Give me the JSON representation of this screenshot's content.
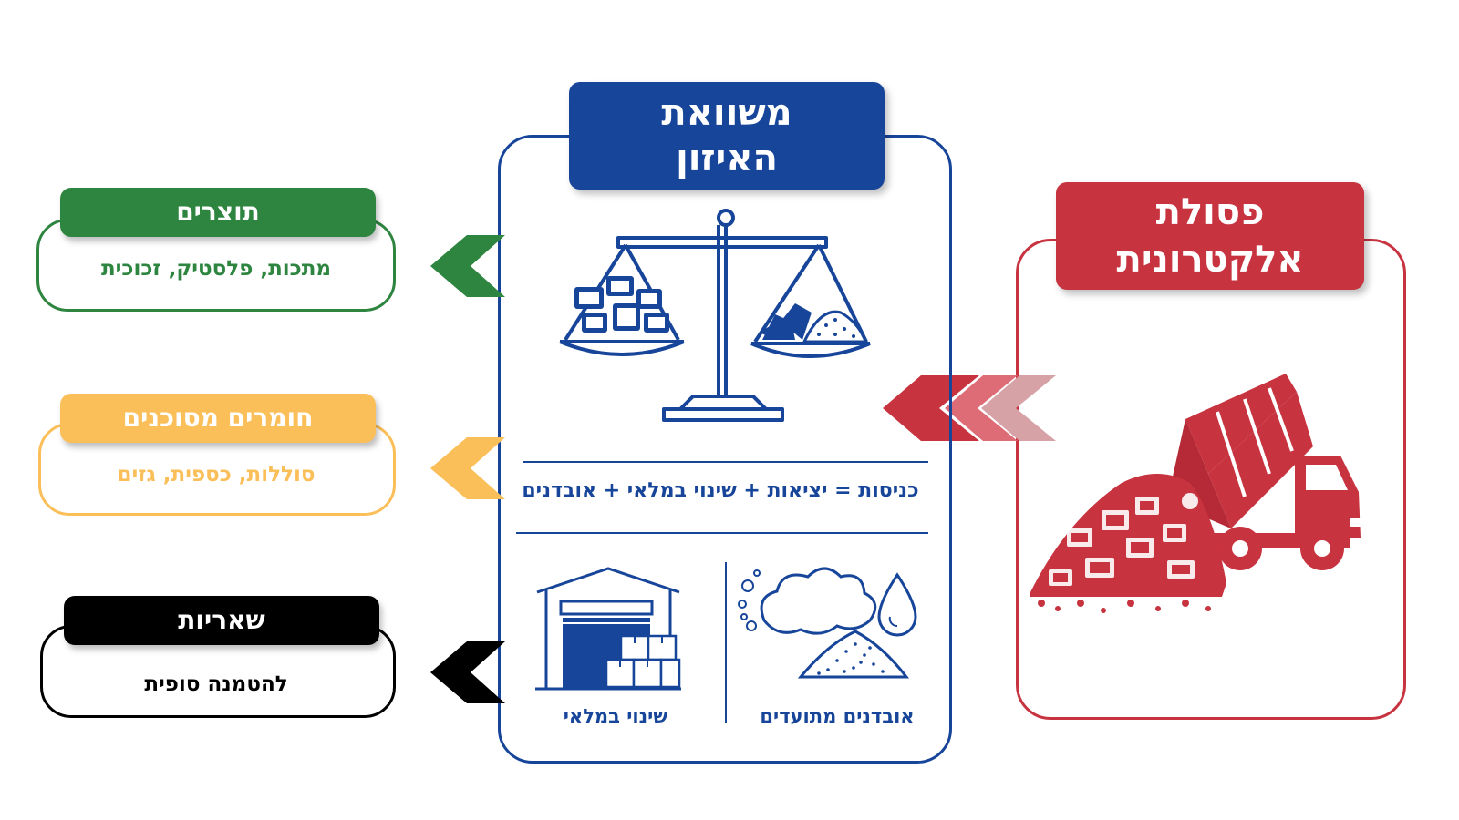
{
  "ewaste": {
    "title_line1": "פסולת",
    "title_line2": "אלקטרונית",
    "color": "#c7333f"
  },
  "balance": {
    "title_line1": "משוואת",
    "title_line2": "האיזון",
    "equation": "כניסות = יציאות + שינוי במלאי + אובדנים",
    "stock_change_label": "שינוי במלאי",
    "losses_label": "אובדנים מתועדים",
    "color": "#17459a"
  },
  "outputs": [
    {
      "title": "תוצרים",
      "subtitle": "מתכות, פלסטיק, זכוכית",
      "color": "#2e8540"
    },
    {
      "title": "חומרים מסוכנים",
      "subtitle": "סוללות, כספית, גזים",
      "color": "#fbbf5a"
    },
    {
      "title": "שאריות",
      "subtitle": "להטמנה סופית",
      "color": "#000000"
    }
  ],
  "icons": [
    "dump-truck-icon",
    "balance-scale-icon",
    "warehouse-icon",
    "cloud-icon",
    "water-drop-icon",
    "dust-pile-icon"
  ]
}
